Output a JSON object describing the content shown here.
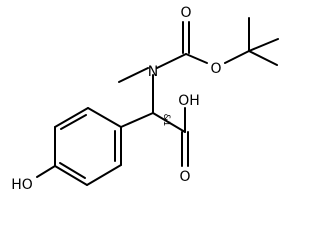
{
  "molecule": {
    "atoms": {
      "n": "N",
      "o_carbamate_ester": "O",
      "o_carbamate_carbonyl": "O",
      "o_acid_oh": "OH",
      "o_acid_carbonyl": "O",
      "o_phenol": "HO"
    },
    "stereo_label": "&1",
    "colors": {
      "bond": "#000000",
      "text": "#000000",
      "background": "#ffffff"
    }
  }
}
